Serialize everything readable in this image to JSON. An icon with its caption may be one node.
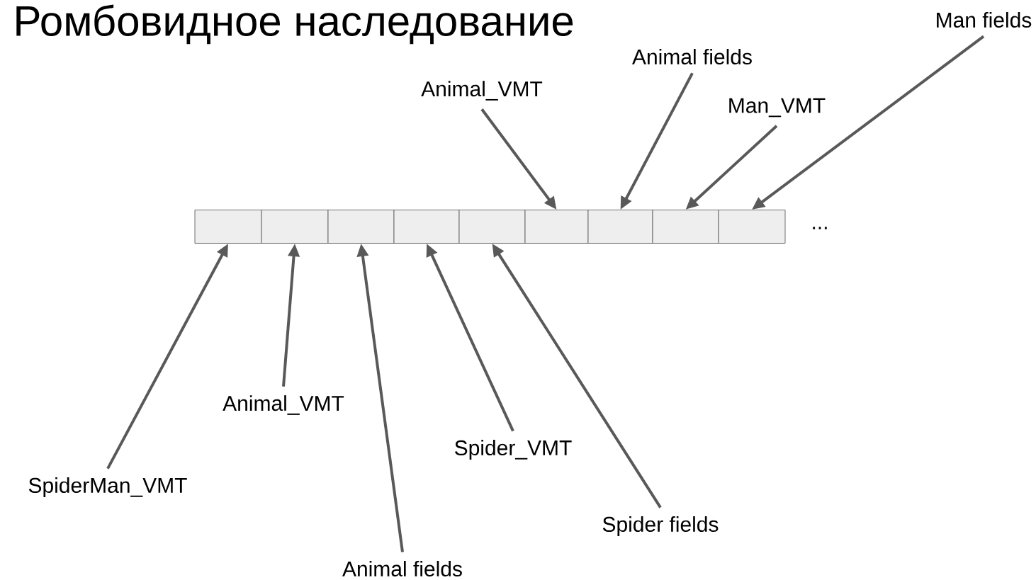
{
  "diagram": {
    "title": "Ромбовидное наследование",
    "nodes": [
      {
        "text": [],
        "shape": "box"
      },
      {
        "text": [],
        "shape": "box"
      },
      {
        "text": [],
        "shape": "box"
      },
      {
        "text": [],
        "shape": "box"
      },
      {
        "text": [],
        "shape": "box"
      },
      {
        "text": [],
        "shape": "box"
      },
      {
        "text": [],
        "shape": "box"
      },
      {
        "text": [],
        "shape": "box"
      },
      {
        "text": [],
        "shape": "box"
      },
      {
        "text": [
          "Man fields"
        ]
      },
      {
        "text": [
          "Animal fields"
        ]
      },
      {
        "text": [
          "Animal_VMT"
        ]
      },
      {
        "text": [
          "Man_VMT"
        ]
      },
      {
        "text": [
          "Animal_VMT"
        ]
      },
      {
        "text": [
          "Spider_VMT"
        ]
      },
      {
        "text": [
          "SpiderMan_VMT"
        ]
      },
      {
        "text": [
          "Spider fields"
        ]
      },
      {
        "text": [
          "Animal fields"
        ]
      }
    ],
    "edges": [
      {
        "from": 9,
        "to": 8,
        "arrow": "to"
      },
      {
        "from": 10,
        "to": 6,
        "arrow": "to"
      },
      {
        "from": 11,
        "to": 5,
        "arrow": "to"
      },
      {
        "from": 12,
        "to": 7,
        "arrow": "to"
      },
      {
        "from": 13,
        "to": 1,
        "arrow": "to"
      },
      {
        "from": 14,
        "to": 3,
        "arrow": "to"
      },
      {
        "from": 15,
        "to": 0,
        "arrow": "to"
      },
      {
        "from": 16,
        "to": 4,
        "arrow": "to"
      },
      {
        "from": 17,
        "to": 2,
        "arrow": "to"
      }
    ],
    "labels": [
      "..."
    ]
  }
}
